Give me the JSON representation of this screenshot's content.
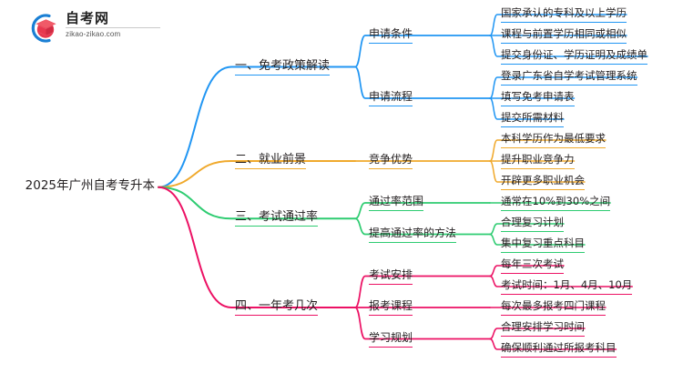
{
  "logo": {
    "name_cn": "自考网",
    "domain": "zikao-zikao.com",
    "mark_icon": "graduation-cap-icon",
    "colors": {
      "arc": "#1a7fd4",
      "cap": "#e8384f"
    }
  },
  "mindmap": {
    "root": {
      "label": "2025年广州自考专升本"
    },
    "colors": {
      "branch1": "#2196f3",
      "branch2": "#f0a92c",
      "branch3": "#2ecc71",
      "branch4": "#ec1164",
      "text": "#231f20"
    },
    "branches": [
      {
        "label": "一、免考政策解读",
        "color": "#2196f3",
        "children": [
          {
            "label": "申请条件",
            "leaves": [
              "国家承认的专科及以上学历",
              "课程与前置学历相同或相似",
              "提交身份证、学历证明及成绩单"
            ]
          },
          {
            "label": "申请流程",
            "leaves": [
              "登录广东省自学考试管理系统",
              "填写免考申请表",
              "提交所需材料"
            ]
          }
        ]
      },
      {
        "label": "二、就业前景",
        "color": "#f0a92c",
        "children": [
          {
            "label": "竞争优势",
            "leaves": [
              "本科学历作为最低要求",
              "提升职业竞争力",
              "开辟更多职业机会"
            ]
          }
        ]
      },
      {
        "label": "三、考试通过率",
        "color": "#2ecc71",
        "children": [
          {
            "label": "通过率范围",
            "leaves": [
              "通常在10%到30%之间"
            ]
          },
          {
            "label": "提高通过率的方法",
            "leaves": [
              "合理复习计划",
              "集中复习重点科目"
            ]
          }
        ]
      },
      {
        "label": "四、一年考几次",
        "color": "#ec1164",
        "children": [
          {
            "label": "考试安排",
            "leaves": [
              "每年三次考试",
              "考试时间：1月、4月、10月"
            ]
          },
          {
            "label": "报考课程",
            "leaves": [
              "每次最多报考四门课程"
            ]
          },
          {
            "label": "学习规划",
            "leaves": [
              "合理安排学习时间",
              "确保顺利通过所报考科目"
            ]
          }
        ]
      }
    ]
  }
}
